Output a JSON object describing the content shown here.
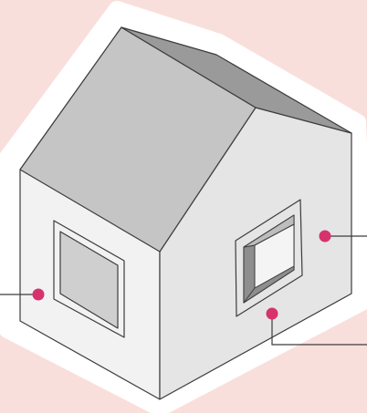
{
  "colors": {
    "background": "#f9dfdc",
    "halo": "#ffffff",
    "roof_left": "#c5c5c5",
    "roof_right": "#9a9a9a",
    "wall_left": "#f2f2f2",
    "wall_right": "#e5e5e5",
    "window_glass_left": "#cfcfcf",
    "window_reveal_dark": "#8e8e8e",
    "window_reveal_mid": "#bdbdbd",
    "outline": "#3c3c3c",
    "marker": "#d6336c",
    "leader_line": "#3c3c3c"
  },
  "markers": [
    {
      "id": "left-wall-marker",
      "icon": "dot-icon"
    },
    {
      "id": "right-wall-marker",
      "icon": "dot-icon"
    },
    {
      "id": "window-sill-marker",
      "icon": "dot-icon"
    }
  ]
}
